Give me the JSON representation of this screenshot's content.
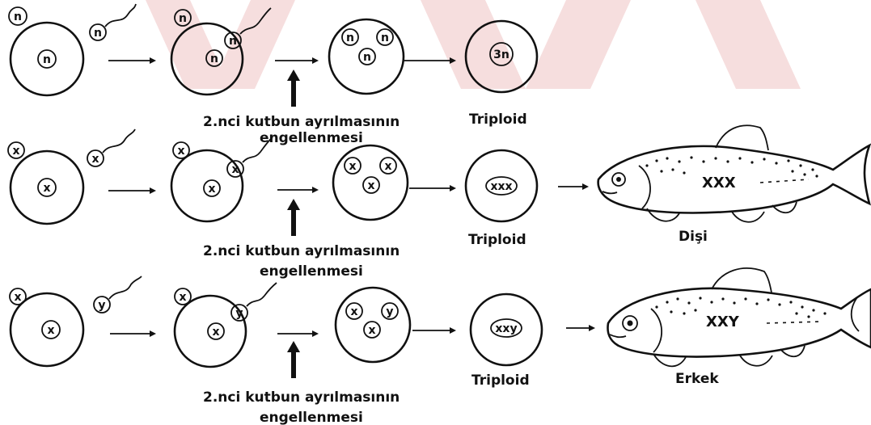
{
  "watermark_color": "#f6dede",
  "rows": [
    {
      "egg_nucleus": "n",
      "polar_body": "n",
      "sperm": "n",
      "stage2_nuclei": [
        "n",
        "n"
      ],
      "stage3_nuclei": [
        "n",
        "n",
        "n"
      ],
      "result": "3n",
      "block_label_line1": "2.nci kutbun ayrılmasının",
      "block_label_line2": "engellenmesi",
      "result_label": "Triploid"
    },
    {
      "egg_nucleus": "x",
      "polar_body": "x",
      "sperm": "x",
      "stage2_nuclei": [
        "x",
        "x"
      ],
      "stage3_nuclei": [
        "x",
        "x",
        "x"
      ],
      "result": "xxx",
      "block_label_line1": "2.nci kutbun ayrılmasının",
      "block_label_line2": "engellenmesi",
      "result_label": "Triploid",
      "fish_chromosomes": "XXX",
      "fish_label": "Dişi"
    },
    {
      "egg_nucleus": "x",
      "polar_body": "x",
      "sperm": "y",
      "stage2_nuclei": [
        "x",
        "y"
      ],
      "stage3_nuclei": [
        "x",
        "y",
        "x"
      ],
      "result": "xxy",
      "block_label_line1": "2.nci kutbun ayrılmasının",
      "block_label_line2": "engellenmesi",
      "result_label": "Triploid",
      "fish_chromosomes": "XXY",
      "fish_label": "Erkek"
    }
  ]
}
